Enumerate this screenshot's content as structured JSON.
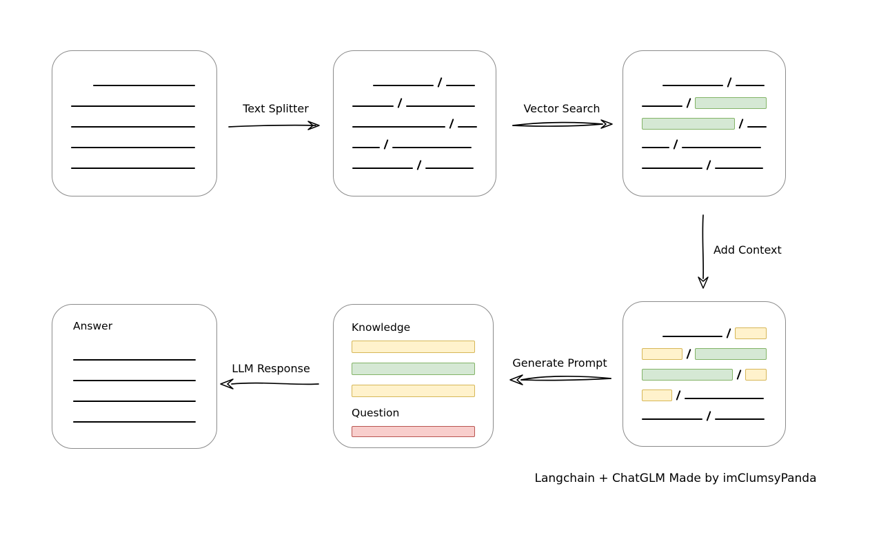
{
  "caption": "Langchain + ChatGLM Made by imClumsyPanda",
  "arrows": {
    "text_splitter": {
      "label": "Text Splitter"
    },
    "vector_search": {
      "label": "Vector Search"
    },
    "add_context": {
      "label": "Add Context"
    },
    "generate_prompt": {
      "label": "Generate Prompt"
    },
    "llm_response": {
      "label": "LLM Response"
    }
  },
  "colors": {
    "line": "#000000",
    "box_border": "#8a8a8a",
    "green": {
      "fill": "#d5e8d4",
      "border": "#82b366"
    },
    "yellow": {
      "fill": "#fff2cc",
      "border": "#d6b656"
    },
    "red": {
      "fill": "#f8cecc",
      "border": "#b85450"
    }
  },
  "boxes": {
    "document": {
      "rows": [
        [
          {
            "t": "gap",
            "w": 32
          },
          {
            "t": "line",
            "w": 148
          }
        ],
        [
          {
            "t": "line",
            "w": 180
          }
        ],
        [
          {
            "t": "line",
            "w": 180
          }
        ],
        [
          {
            "t": "line",
            "w": 180
          }
        ],
        [
          {
            "t": "line",
            "w": 180
          }
        ]
      ]
    },
    "chunks": {
      "rows": [
        [
          {
            "t": "gap",
            "w": 30
          },
          {
            "t": "line",
            "w": 88
          },
          {
            "t": "slash"
          },
          {
            "t": "line",
            "w": 42
          }
        ],
        [
          {
            "t": "line",
            "w": 60
          },
          {
            "t": "slash"
          },
          {
            "t": "line",
            "w": 100
          }
        ],
        [
          {
            "t": "line",
            "w": 135
          },
          {
            "t": "slash"
          },
          {
            "t": "line",
            "w": 28
          }
        ],
        [
          {
            "t": "line",
            "w": 40
          },
          {
            "t": "slash"
          },
          {
            "t": "line",
            "w": 115
          }
        ],
        [
          {
            "t": "line",
            "w": 88
          },
          {
            "t": "slash"
          },
          {
            "t": "line",
            "w": 70
          }
        ]
      ]
    },
    "chunks_searched": {
      "rows": [
        [
          {
            "t": "gap",
            "w": 30
          },
          {
            "t": "line",
            "w": 88
          },
          {
            "t": "slash"
          },
          {
            "t": "line",
            "w": 42
          }
        ],
        [
          {
            "t": "line",
            "w": 60
          },
          {
            "t": "slash"
          },
          {
            "t": "green",
            "w": 105,
            "h": 17
          }
        ],
        [
          {
            "t": "green",
            "w": 135,
            "h": 17
          },
          {
            "t": "slash"
          },
          {
            "t": "line",
            "w": 28
          }
        ],
        [
          {
            "t": "line",
            "w": 40
          },
          {
            "t": "slash"
          },
          {
            "t": "line",
            "w": 115
          }
        ],
        [
          {
            "t": "line",
            "w": 88
          },
          {
            "t": "slash"
          },
          {
            "t": "line",
            "w": 70
          }
        ]
      ]
    },
    "chunks_context": {
      "rows": [
        [
          {
            "t": "gap",
            "w": 30
          },
          {
            "t": "line",
            "w": 88
          },
          {
            "t": "slash"
          },
          {
            "t": "yellow",
            "w": 46,
            "h": 17
          }
        ],
        [
          {
            "t": "yellow",
            "w": 60,
            "h": 17
          },
          {
            "t": "slash"
          },
          {
            "t": "green",
            "w": 105,
            "h": 17
          }
        ],
        [
          {
            "t": "green",
            "w": 135,
            "h": 17
          },
          {
            "t": "slash"
          },
          {
            "t": "yellow",
            "w": 32,
            "h": 17
          }
        ],
        [
          {
            "t": "yellow",
            "w": 44,
            "h": 17
          },
          {
            "t": "slash"
          },
          {
            "t": "line",
            "w": 115
          }
        ],
        [
          {
            "t": "line",
            "w": 88
          },
          {
            "t": "slash"
          },
          {
            "t": "line",
            "w": 72
          }
        ]
      ]
    },
    "prompt": {
      "knowledge_label": "Knowledge",
      "question_label": "Question",
      "knowledge_bars": [
        [
          {
            "t": "yellow",
            "w": 182,
            "h": 18
          }
        ],
        [
          {
            "t": "green",
            "w": 182,
            "h": 18
          }
        ],
        [
          {
            "t": "yellow",
            "w": 182,
            "h": 18
          }
        ]
      ],
      "question_bars": [
        [
          {
            "t": "red",
            "w": 182,
            "h": 16
          }
        ]
      ]
    },
    "answer": {
      "label": "Answer",
      "rows": [
        [
          {
            "t": "line",
            "w": 178
          }
        ],
        [
          {
            "t": "line",
            "w": 178
          }
        ],
        [
          {
            "t": "line",
            "w": 178
          }
        ],
        [
          {
            "t": "line",
            "w": 178
          }
        ]
      ]
    }
  }
}
